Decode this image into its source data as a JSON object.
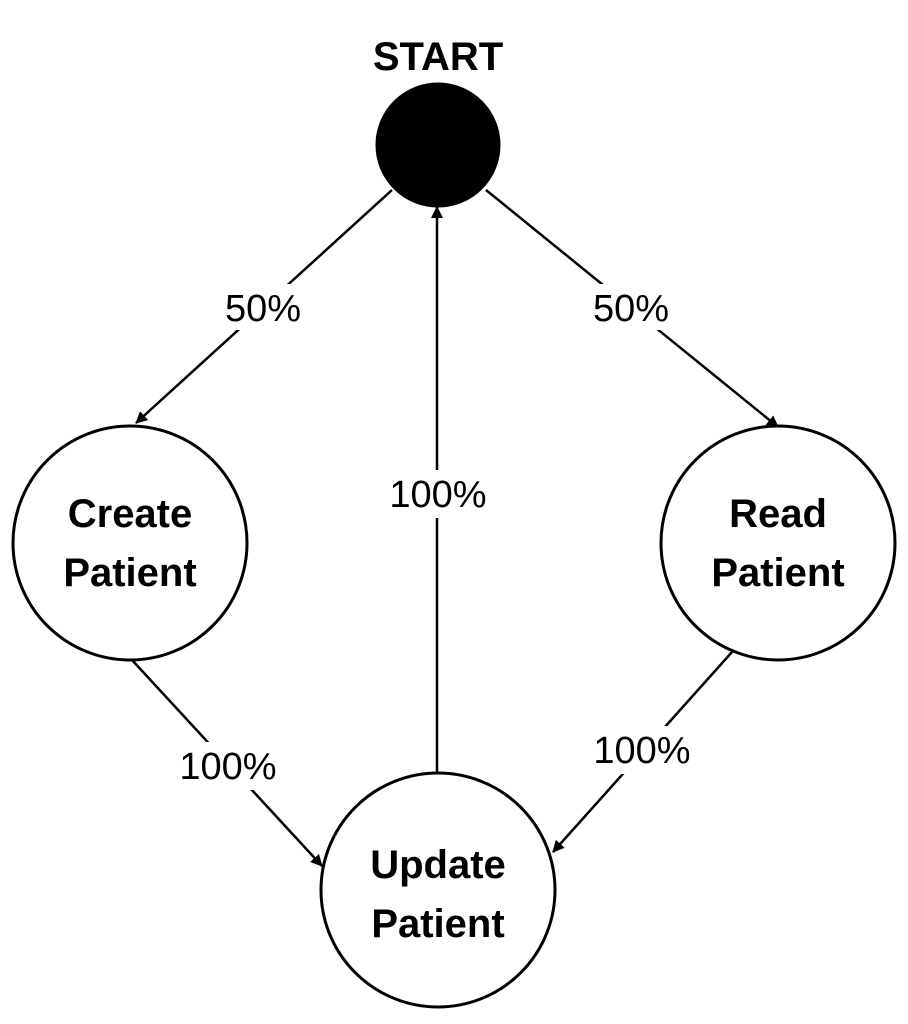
{
  "start": {
    "label": "START"
  },
  "nodes": {
    "create": {
      "line1": "Create",
      "line2": "Patient"
    },
    "read": {
      "line1": "Read",
      "line2": "Patient"
    },
    "update": {
      "line1": "Update",
      "line2": "Patient"
    }
  },
  "edges": {
    "start_to_create": "50%",
    "start_to_read": "50%",
    "update_to_start": "100%",
    "create_to_update": "100%",
    "read_to_update": "100%"
  },
  "colors": {
    "ink": "#000000",
    "background": "#ffffff"
  }
}
